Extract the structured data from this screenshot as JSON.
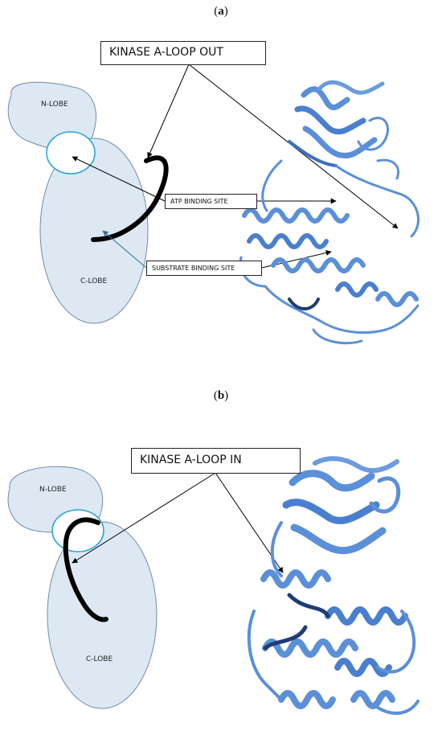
{
  "panels": [
    {
      "label_open": "(",
      "label_letter": "a",
      "label_close": ")",
      "title_box": "KINASE A-LOOP OUT",
      "n_lobe": "N-LOBE",
      "c_lobe": "C-LOBE",
      "atp_site": "ATP BINDING SITE",
      "substrate_site": "SUBSTRATE BINDING SITE"
    },
    {
      "label_open": "(",
      "label_letter": "b",
      "label_close": ")",
      "title_box": "KINASE A-LOOP IN",
      "n_lobe": "N-LOBE",
      "c_lobe": "C-LOBE"
    }
  ],
  "colors": {
    "lobe_fill": "#dde8f3",
    "lobe_stroke": "#6f8ba8",
    "pocket_stroke": "#2aa6d6",
    "loop": "#000000",
    "ribbon": "#5b8fd9",
    "ribbon_dark": "#1f3d73",
    "arrow": "#000000",
    "arrow_teal": "#2f6f8f"
  }
}
